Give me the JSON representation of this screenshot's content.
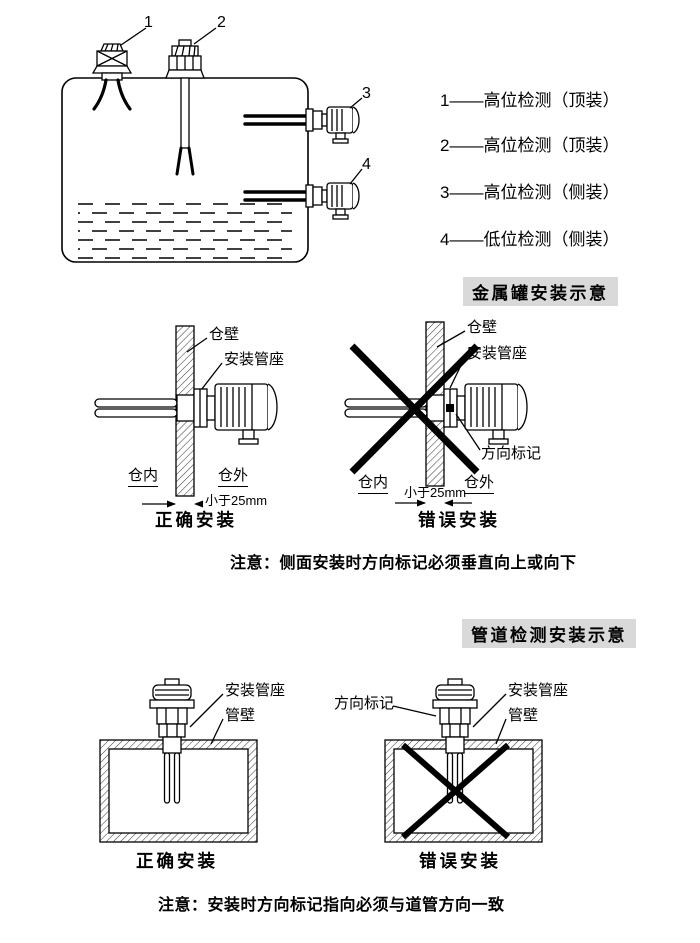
{
  "tank_section": {
    "device_numbers": [
      "1",
      "2",
      "3",
      "4"
    ],
    "legend": [
      "1——高位检测（顶装）",
      "2——高位检测（顶装）",
      "3——高位检测（侧装）",
      "4——低位检测（侧装）"
    ],
    "badge": "金属罐安装示意"
  },
  "wall_section": {
    "correct": {
      "wall_label": "仓壁",
      "socket_label": "安装管座",
      "inside_label": "仓内",
      "outside_label": "仓外",
      "dimension_label": "小于25mm",
      "caption": "正确安装"
    },
    "wrong": {
      "wall_label": "仓壁",
      "socket_label": "安装管座",
      "direction_label": "方向标记",
      "inside_label": "仓内",
      "outside_label": "仓外",
      "dimension_label": "小于25mm",
      "caption": "错误安装"
    },
    "note": "注意：侧面安装时方向标记必须垂直向上或向下"
  },
  "pipe_section": {
    "badge": "管道检测安装示意",
    "correct": {
      "socket_label": "安装管座",
      "pipe_wall_label": "管壁",
      "caption": "正确安装"
    },
    "wrong": {
      "direction_label": "方向标记",
      "socket_label": "安装管座",
      "pipe_wall_label": "管壁",
      "caption": "错误安装"
    },
    "note": "注意：安装时方向标记指向必须与道管方向一致"
  },
  "colors": {
    "badge_bg": "#d9d9d9",
    "line": "#000000",
    "background": "#ffffff"
  }
}
